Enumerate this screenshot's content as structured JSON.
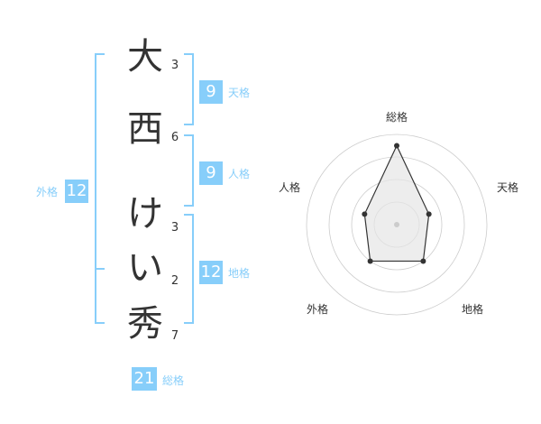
{
  "name_chars": [
    {
      "char": "大",
      "strokes": "3"
    },
    {
      "char": "西",
      "strokes": "6"
    },
    {
      "char": "け",
      "strokes": "3"
    },
    {
      "char": "い",
      "strokes": "2"
    },
    {
      "char": "秀",
      "strokes": "7"
    }
  ],
  "fortunes": {
    "tenkaku": {
      "label": "天格",
      "value": "9"
    },
    "jinkaku": {
      "label": "人格",
      "value": "9"
    },
    "chikaku": {
      "label": "地格",
      "value": "12"
    },
    "gaikaku": {
      "label": "外格",
      "value": "12"
    },
    "soukaku": {
      "label": "総格",
      "value": "21"
    }
  },
  "radar": {
    "labels": [
      "総格",
      "天格",
      "地格",
      "外格",
      "人格"
    ],
    "values": [
      21,
      9,
      12,
      12,
      9
    ],
    "max": 24,
    "rings": 4,
    "accent": "#87CEFA",
    "ring_color": "#cccccc",
    "fill_color": "#e6e6e6",
    "point_color": "#333333"
  }
}
